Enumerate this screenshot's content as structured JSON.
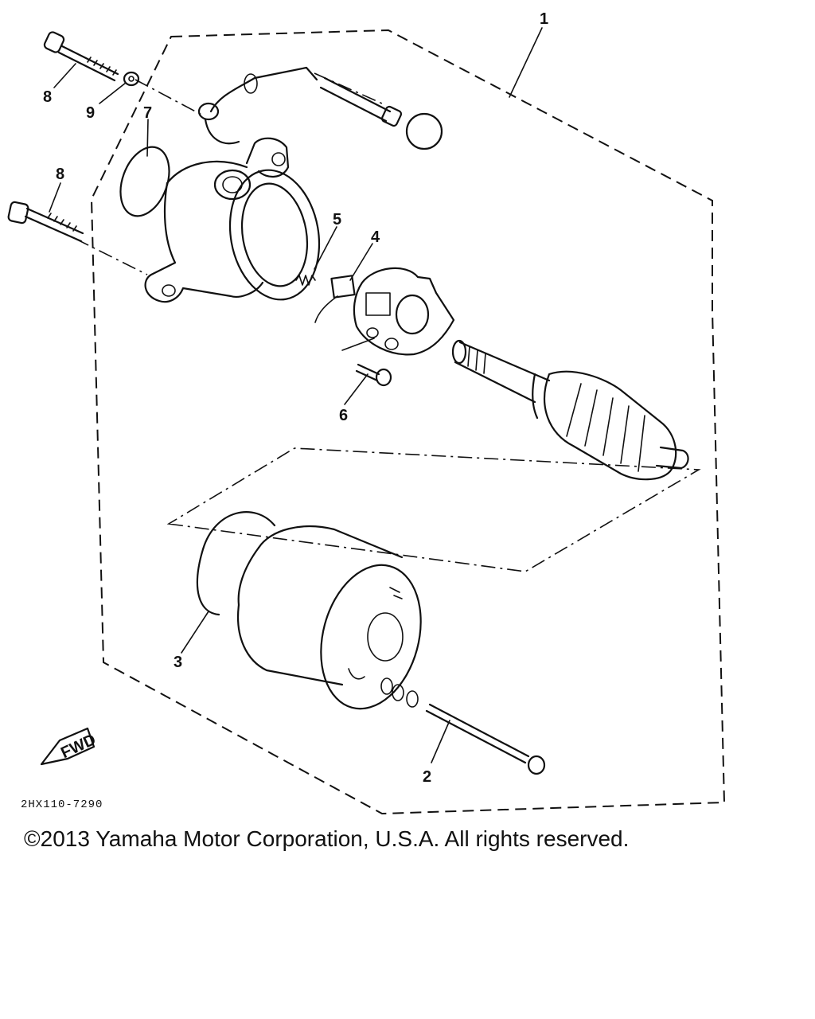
{
  "diagram": {
    "callouts": [
      {
        "id": "1",
        "label": "1"
      },
      {
        "id": "2",
        "label": "2"
      },
      {
        "id": "3",
        "label": "3"
      },
      {
        "id": "4",
        "label": "4"
      },
      {
        "id": "5",
        "label": "5"
      },
      {
        "id": "6",
        "label": "6"
      },
      {
        "id": "7",
        "label": "7"
      },
      {
        "id": "8a",
        "label": "8"
      },
      {
        "id": "8b",
        "label": "8"
      },
      {
        "id": "9",
        "label": "9"
      }
    ],
    "fwd_label": "FWD",
    "drawing_code": "2HX110-7290"
  },
  "footer": {
    "copyright": "©2013 Yamaha Motor Corporation, U.S.A. All rights reserved."
  }
}
